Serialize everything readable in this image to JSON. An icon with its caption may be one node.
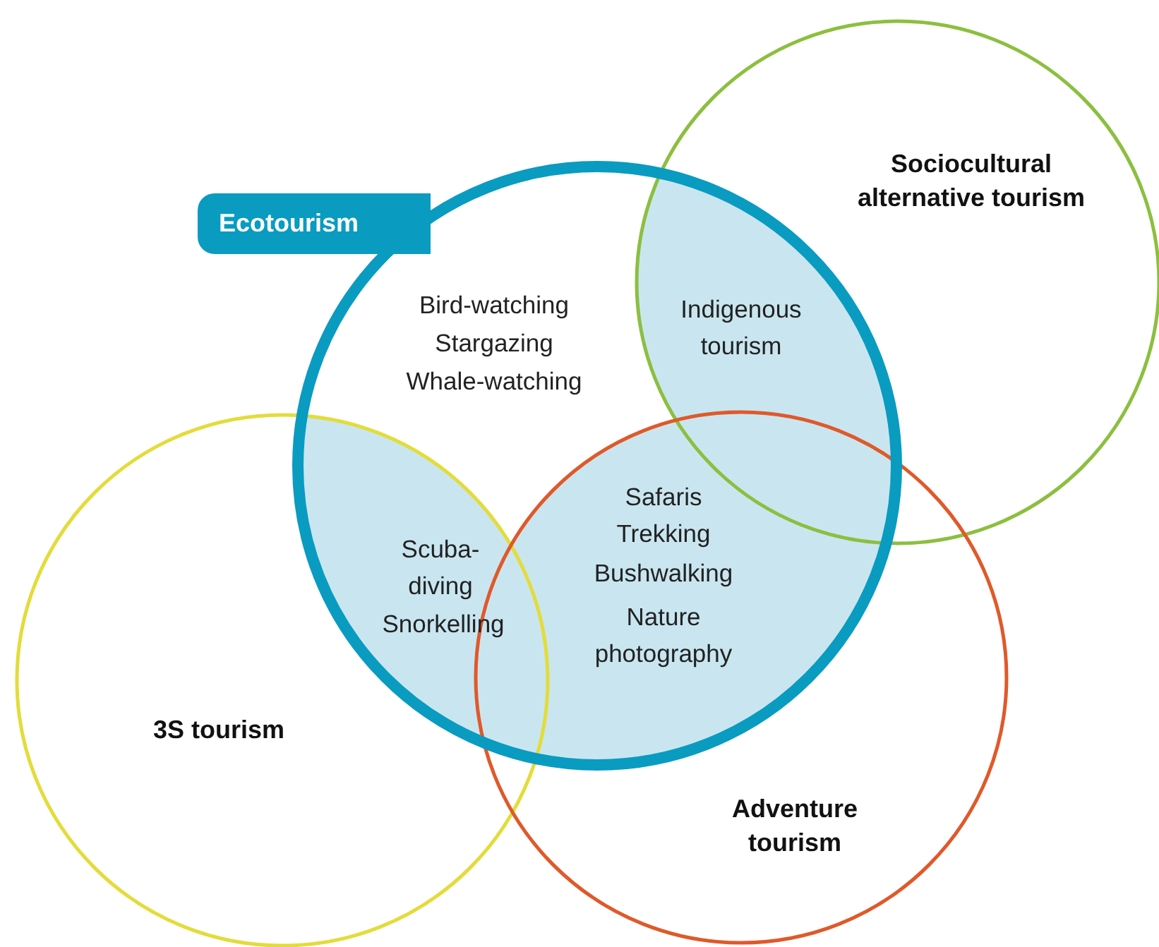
{
  "diagram": {
    "nodes": [
      {
        "text": [
          "Ecotourism"
        ]
      },
      {
        "text": [
          "Sociocultural alternative tourism"
        ]
      },
      {
        "text": [
          "3S tourism"
        ]
      },
      {
        "text": [
          "Adventure tourism"
        ]
      }
    ],
    "labels": [
      "Bird-watching",
      "Stargazing",
      "Whale-watching",
      "Indigenous tourism",
      "Safaris",
      "Trekking",
      "Bushwalking",
      "Scuba-diving",
      "Snorkelling",
      "Nature photography"
    ]
  }
}
